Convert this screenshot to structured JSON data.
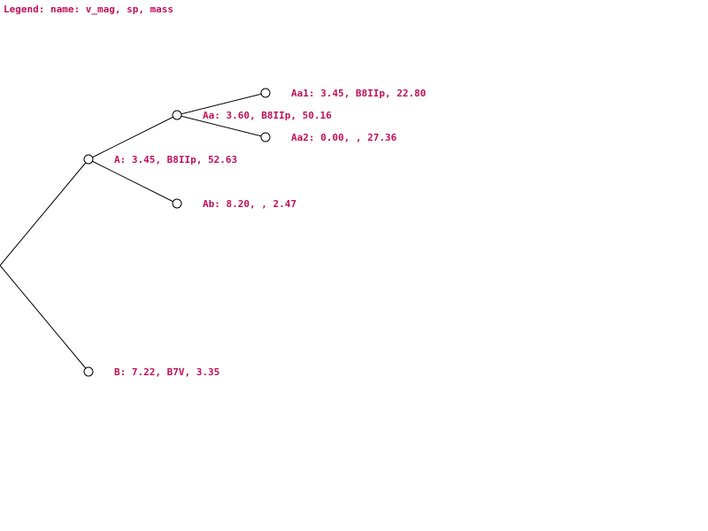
{
  "legend": "Legend: name: v_mag, sp, mass",
  "colors": {
    "text": "#c0105a",
    "line": "#000000"
  },
  "nodes": [
    {
      "id": "root",
      "label": ""
    },
    {
      "id": "A",
      "label": "A: 3.45, B8IIp, 52.63"
    },
    {
      "id": "B",
      "label": "B: 7.22, B7V, 3.35"
    },
    {
      "id": "Aa",
      "label": "Aa: 3.60, B8IIp, 50.16"
    },
    {
      "id": "Ab",
      "label": "Ab: 8.20, , 2.47"
    },
    {
      "id": "Aa1",
      "label": "Aa1: 3.45, B8IIp, 22.80"
    },
    {
      "id": "Aa2",
      "label": "Aa2: 0.00, , 27.36"
    }
  ],
  "edges": [
    [
      "root",
      "A"
    ],
    [
      "root",
      "B"
    ],
    [
      "A",
      "Aa"
    ],
    [
      "A",
      "Ab"
    ],
    [
      "Aa",
      "Aa1"
    ],
    [
      "Aa",
      "Aa2"
    ]
  ]
}
